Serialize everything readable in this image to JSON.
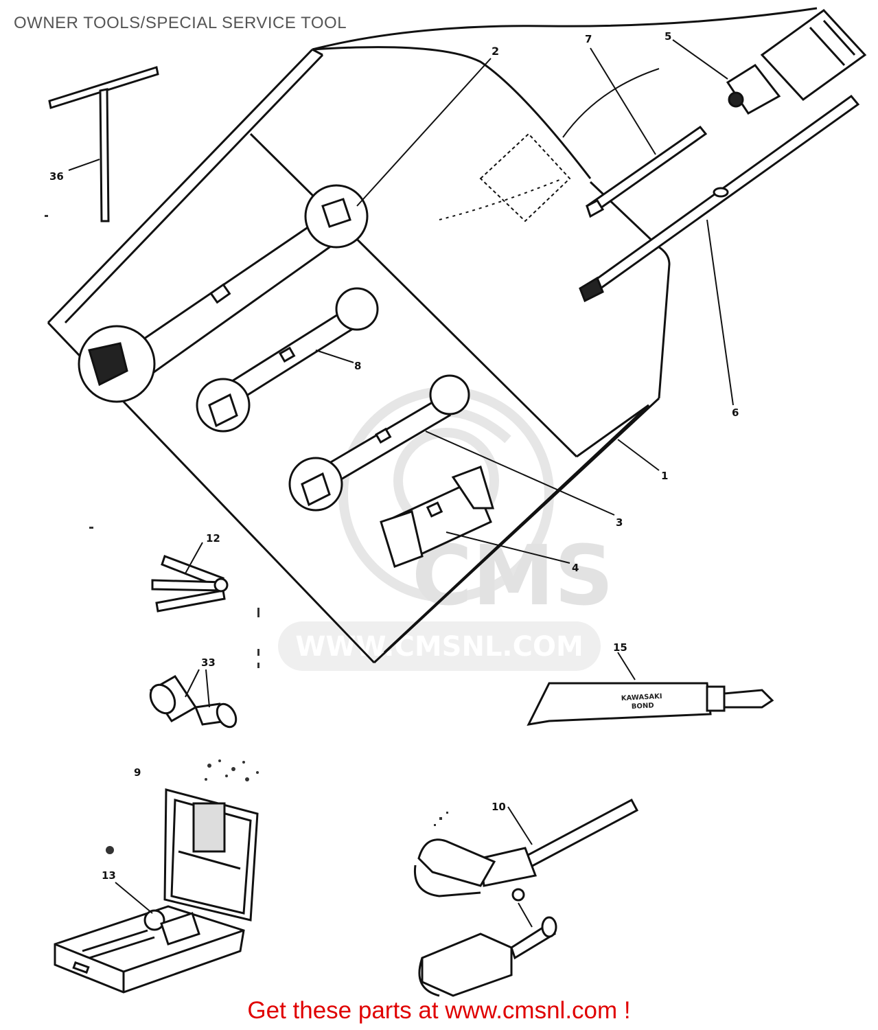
{
  "title": "OWNER TOOLS/SPECIAL SERVICE TOOL",
  "watermark": {
    "text": "WWW.CMSNL.COM",
    "logo": "CMS"
  },
  "callouts": {
    "c1": "1",
    "c2": "2",
    "c3": "3",
    "c4": "4",
    "c5": "5",
    "c6": "6",
    "c7": "7",
    "c8": "8",
    "c9": "9",
    "c10": "10",
    "c12": "12",
    "c13": "13",
    "c15": "15",
    "c33": "33",
    "c36": "36"
  },
  "parts": {
    "tube_brand_line1": "KAWASAKI",
    "tube_brand_line2": "BOND"
  },
  "footer": {
    "link_text": "Get these parts at www.cmsnl.com !"
  },
  "colors": {
    "ink": "#111111",
    "footer_red": "#e00000",
    "watermark": "#e2e2e2",
    "title_gray": "#555555"
  }
}
